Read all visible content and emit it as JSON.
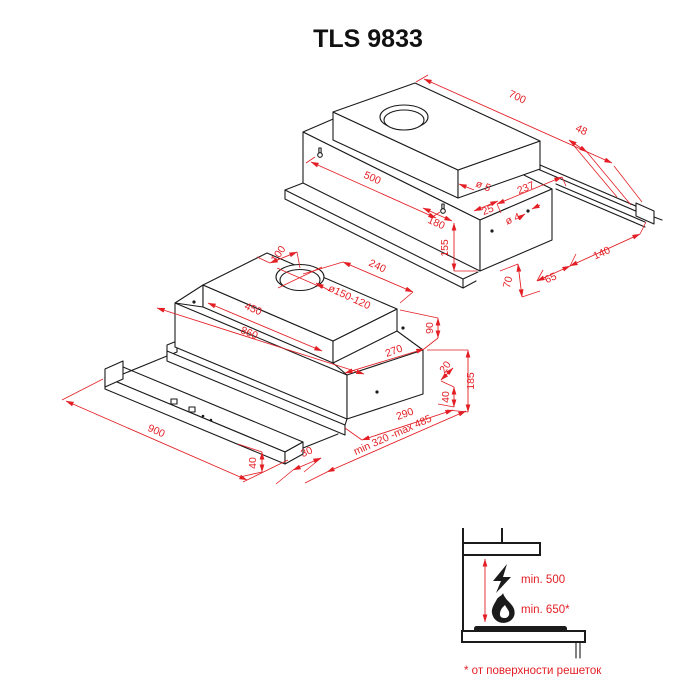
{
  "title": "TLS 9833",
  "colors": {
    "dimension_red": "#e31e24",
    "drawing_black": "#1b1b1b",
    "background": "#ffffff"
  },
  "view_rear": {
    "d700": "700",
    "d48": "48",
    "d500": "500",
    "dia5": "ø 5",
    "d237": "237",
    "d25": "25",
    "dia4": "ø 4",
    "d180": "180",
    "d155": "155",
    "d140": "140",
    "d65": "65",
    "d70": "70"
  },
  "view_front": {
    "d100": "100",
    "d240": "240",
    "dia_vent": "ø150-120",
    "d450": "450",
    "d860": "860",
    "d270": "270",
    "d90": "90",
    "d20": "20",
    "d185": "185",
    "d40_right": "40",
    "d290": "290",
    "d_range": "min 320 -max 485",
    "d900": "900",
    "d40_left": "40",
    "d30": "30"
  },
  "installation": {
    "electric_clearance": "min. 500",
    "gas_clearance": "min. 650*",
    "footnote": "* от поверхности решеток"
  }
}
